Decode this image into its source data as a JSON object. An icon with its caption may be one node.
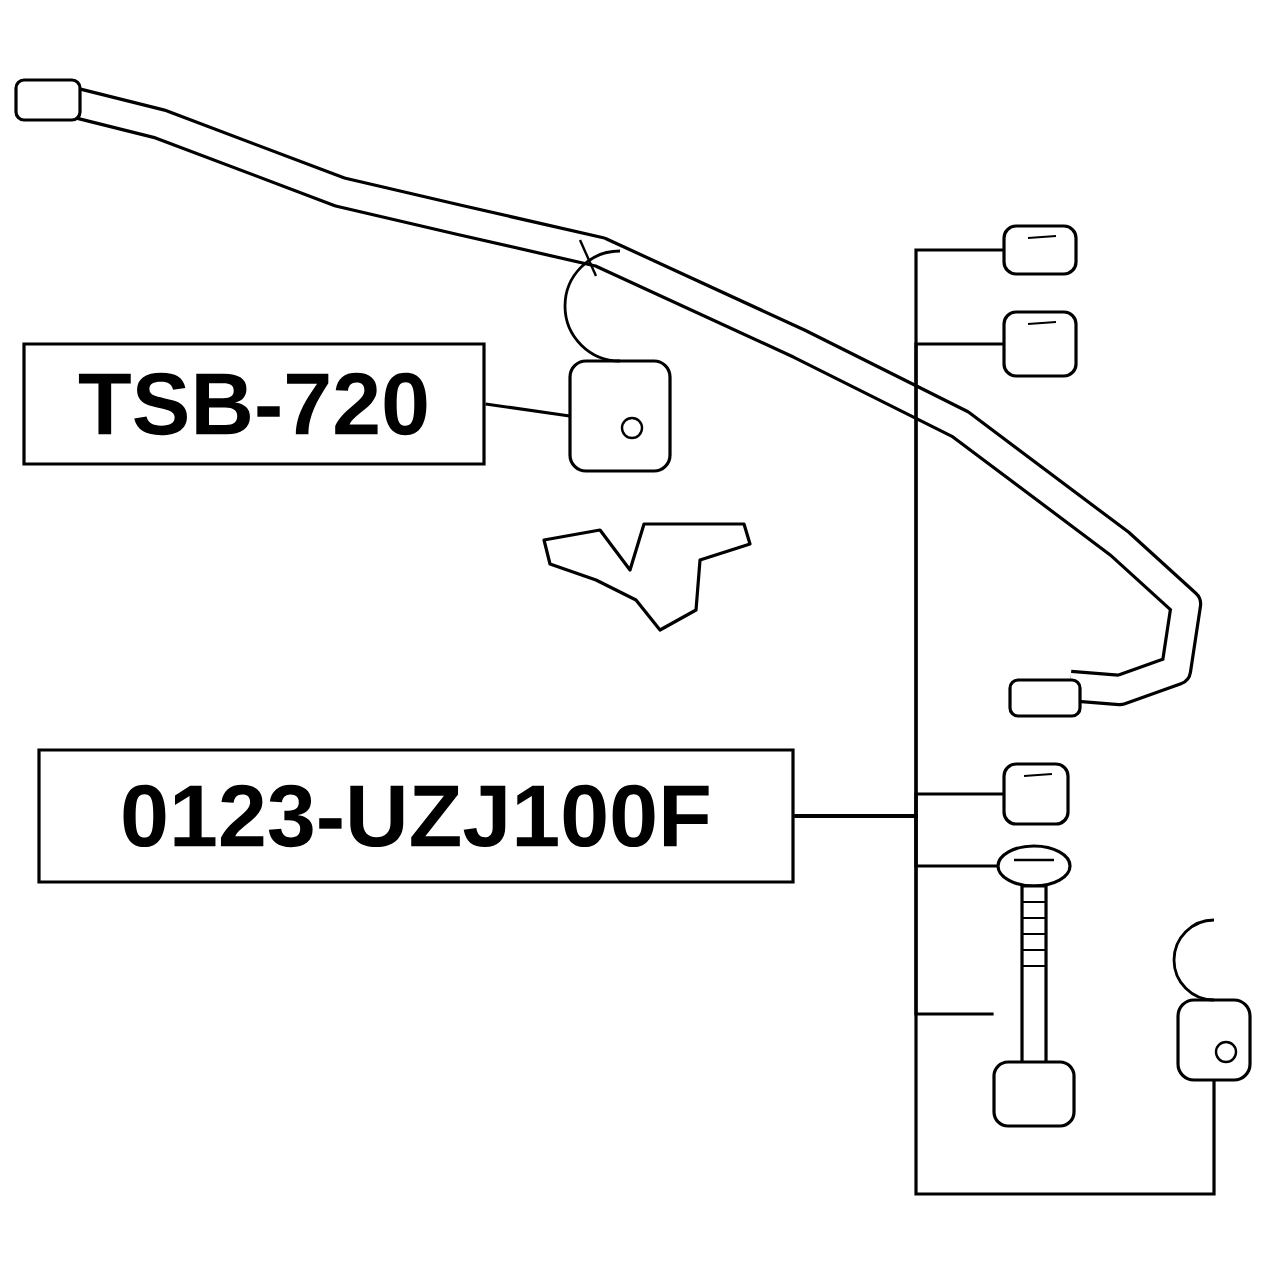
{
  "diagram": {
    "nodes": [
      {
        "text": [
          "TSB-720"
        ]
      },
      {
        "text": [],
        "shape": "picture"
      },
      {
        "text": [
          "0123-UZJ100F"
        ]
      },
      {
        "text": [],
        "shape": "picture"
      },
      {
        "text": [],
        "shape": "picture"
      },
      {
        "text": [],
        "shape": "picture"
      },
      {
        "text": [],
        "shape": "picture"
      },
      {
        "text": [],
        "shape": "picture"
      },
      {
        "text": [],
        "shape": "picture"
      }
    ],
    "edges": [
      {
        "from": 0,
        "to": 1,
        "arrow": "none"
      },
      {
        "from": 2,
        "to": 3,
        "arrow": "none"
      },
      {
        "from": 2,
        "to": 4,
        "arrow": "none"
      },
      {
        "from": 2,
        "to": 5,
        "arrow": "none"
      },
      {
        "from": 2,
        "to": 6,
        "arrow": "none"
      },
      {
        "from": 2,
        "to": 7,
        "arrow": "none"
      },
      {
        "from": 2,
        "to": 8,
        "arrow": "none"
      }
    ]
  }
}
